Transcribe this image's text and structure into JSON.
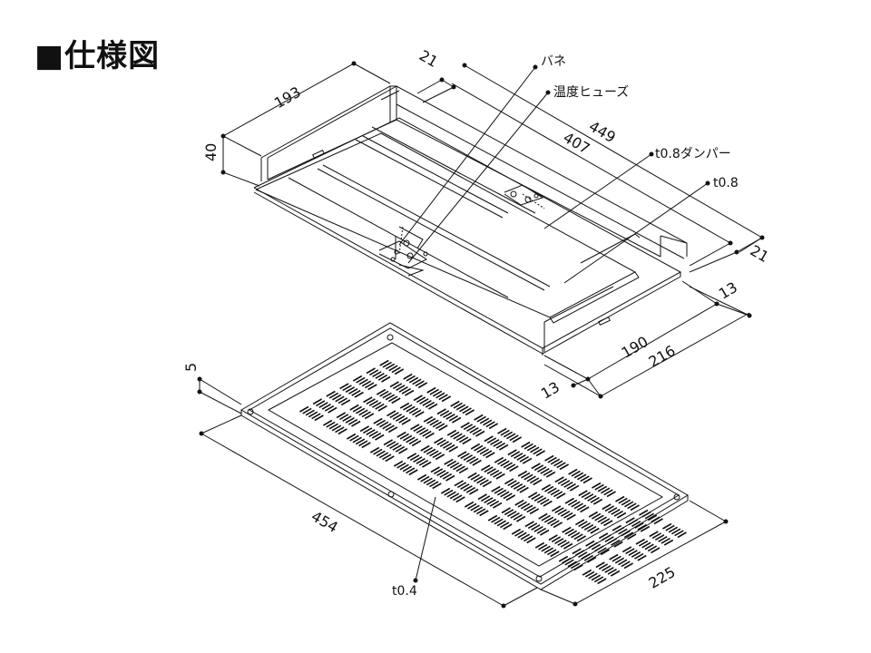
{
  "title": "■仕様図",
  "dimensions": {
    "d193": "193",
    "d40": "40",
    "d21_top": "21",
    "d449": "449",
    "d407": "407",
    "d21_right": "21",
    "d13_right": "13",
    "d190": "190",
    "d216": "216",
    "d13_bottom": "13",
    "d5": "5",
    "d454": "454",
    "d225": "225"
  },
  "callouts": {
    "spring": "バネ",
    "fuse": "温度ヒューズ",
    "damper": "t0.8ダンパー",
    "t08": "t0.8",
    "t04": "t0.4"
  }
}
